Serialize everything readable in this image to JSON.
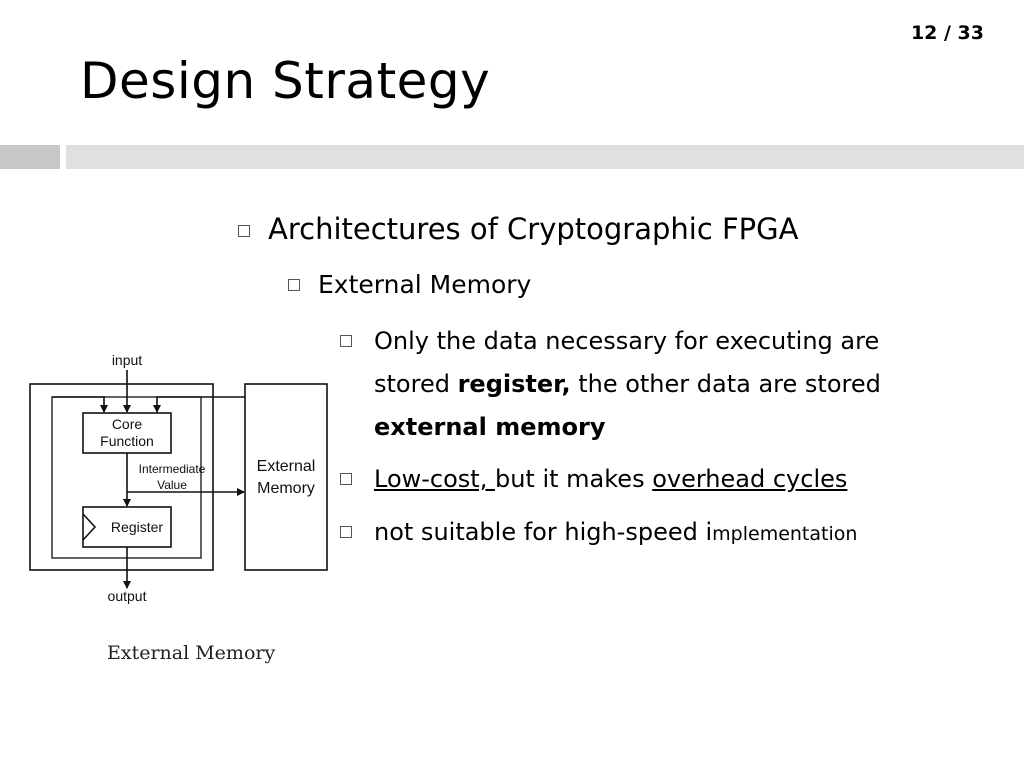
{
  "page_number": "12 / 33",
  "title": "Design Strategy",
  "bullets": {
    "level1": "Architectures of Cryptographic FPGA",
    "level2": "External Memory",
    "item1": {
      "part1": "Only the data necessary for executing are stored ",
      "bold1": "register,",
      "part2": " the other data are stored ",
      "bold2": "external memory"
    },
    "item2": {
      "underline1": "Low-cost, ",
      "part1": "but it makes ",
      "underline2": "overhead cycles"
    },
    "item3": {
      "part1": "not suitable for high-speed i",
      "small": "mplementation"
    }
  },
  "diagram": {
    "input_label": "input",
    "core_line1": "Core",
    "core_line2": "Function",
    "intermediate_line1": "Intermediate",
    "intermediate_line2": "Value",
    "register_label": "Register",
    "external_line1": "External",
    "external_line2": "Memory",
    "output_label": "output"
  },
  "caption": "External Memory"
}
